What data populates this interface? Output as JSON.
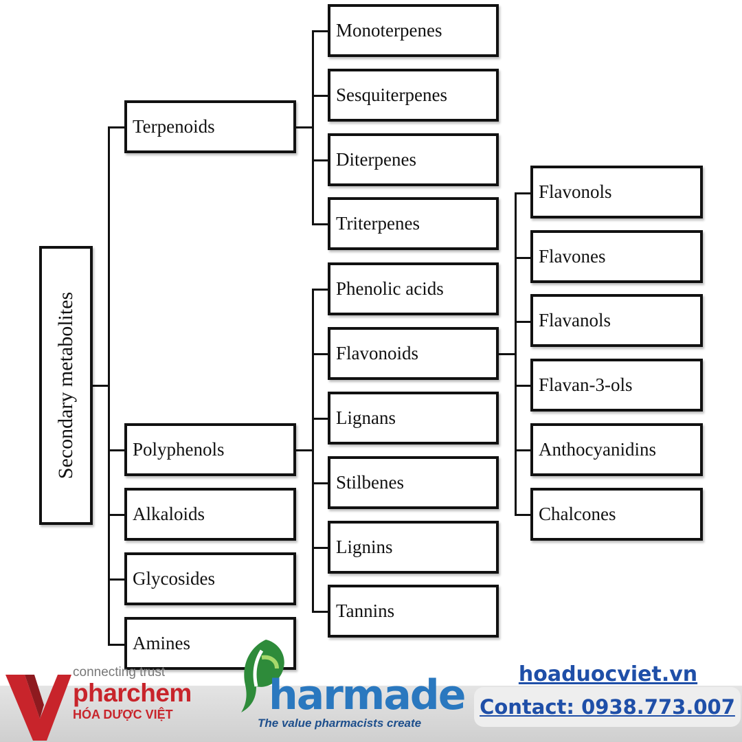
{
  "diagram": {
    "root": "Secondary metabolites",
    "classes": [
      "Terpenoids",
      "Polyphenols",
      "Alkaloids",
      "Glycosides",
      "Amines"
    ],
    "terpenoids": [
      "Monoterpenes",
      "Sesquiterpenes",
      "Diterpenes",
      "Triterpenes"
    ],
    "polyphenols": [
      "Phenolic acids",
      "Flavonoids",
      "Lignans",
      "Stilbenes",
      "Lignins",
      "Tannins"
    ],
    "flavonoids": [
      "Flavonols",
      "Flavones",
      "Flavanols",
      "Flavan-3-ols",
      "Anthocyanidins",
      "Chalcones"
    ]
  },
  "branding": {
    "vp_tagline": "connecting trust",
    "vp_name": "pharchem",
    "vp_subname": "HÓA DƯỢC VIỆT",
    "pharmade_name": "harmade",
    "pharmade_tagline": "The value pharmacists create",
    "website": "hoaduocviet.vn",
    "contact": "Contact: 0938.773.007",
    "colors": {
      "vp_red": "#c8242b",
      "pharmade_green": "#2e8b3a",
      "pharmade_blue": "#2a78bf",
      "contact_blue": "#1f4fa8"
    }
  }
}
